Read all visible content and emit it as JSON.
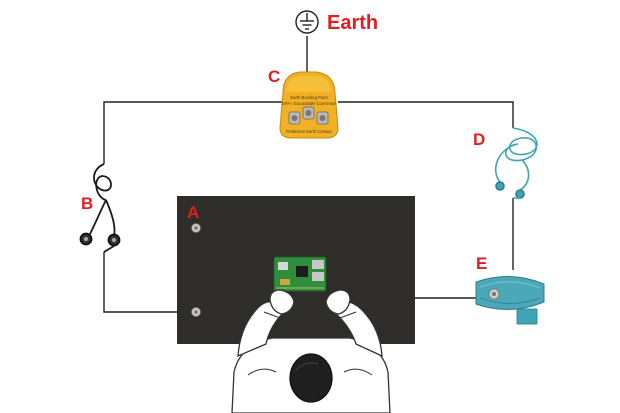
{
  "diagram": {
    "earth_label": "Earth",
    "labels": {
      "mat": "A",
      "ground_cord": "B",
      "plug": "C",
      "coil_cord": "D",
      "wrist_strap": "E"
    },
    "plug": {
      "line1": "Earth Bonding Point",
      "line2": "EPA / Groundable Connector",
      "line3": "Protective Earth Contact"
    },
    "colors": {
      "label": "#e02020",
      "mat": "#2e2d2a",
      "plug": "#f2b124",
      "teal": "#3fa4b5",
      "wire": "#222222"
    }
  }
}
